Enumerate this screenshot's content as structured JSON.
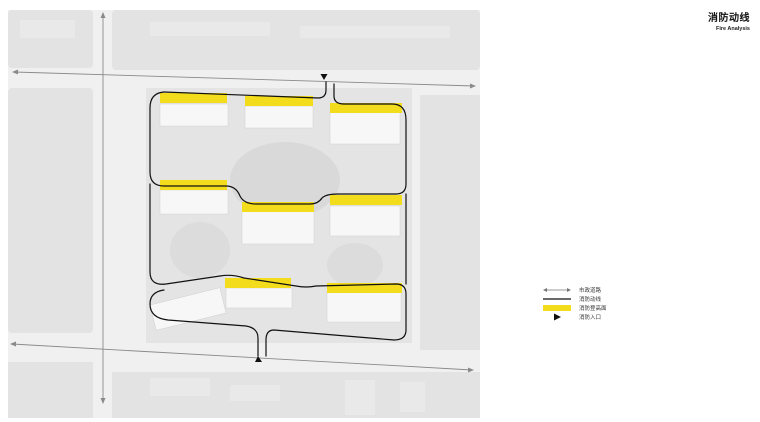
{
  "title": {
    "cn": "消防动线",
    "en": "Fire Analysis"
  },
  "legend": {
    "items": [
      {
        "key": "road",
        "label": "市政道路",
        "icon": "double-arrow-line-icon"
      },
      {
        "key": "route",
        "label": "消防动线",
        "icon": "black-line-icon"
      },
      {
        "key": "pad",
        "label": "消防登高面",
        "icon": "yellow-bar-icon",
        "color": "#F2DC1C"
      },
      {
        "key": "entry",
        "label": "消防入口",
        "icon": "black-triangle-icon"
      }
    ]
  },
  "colors": {
    "fire_pad": "#F2DC1C",
    "route": "#111111",
    "road": "#8a8a8a",
    "map_bg": "#eeeeee"
  }
}
